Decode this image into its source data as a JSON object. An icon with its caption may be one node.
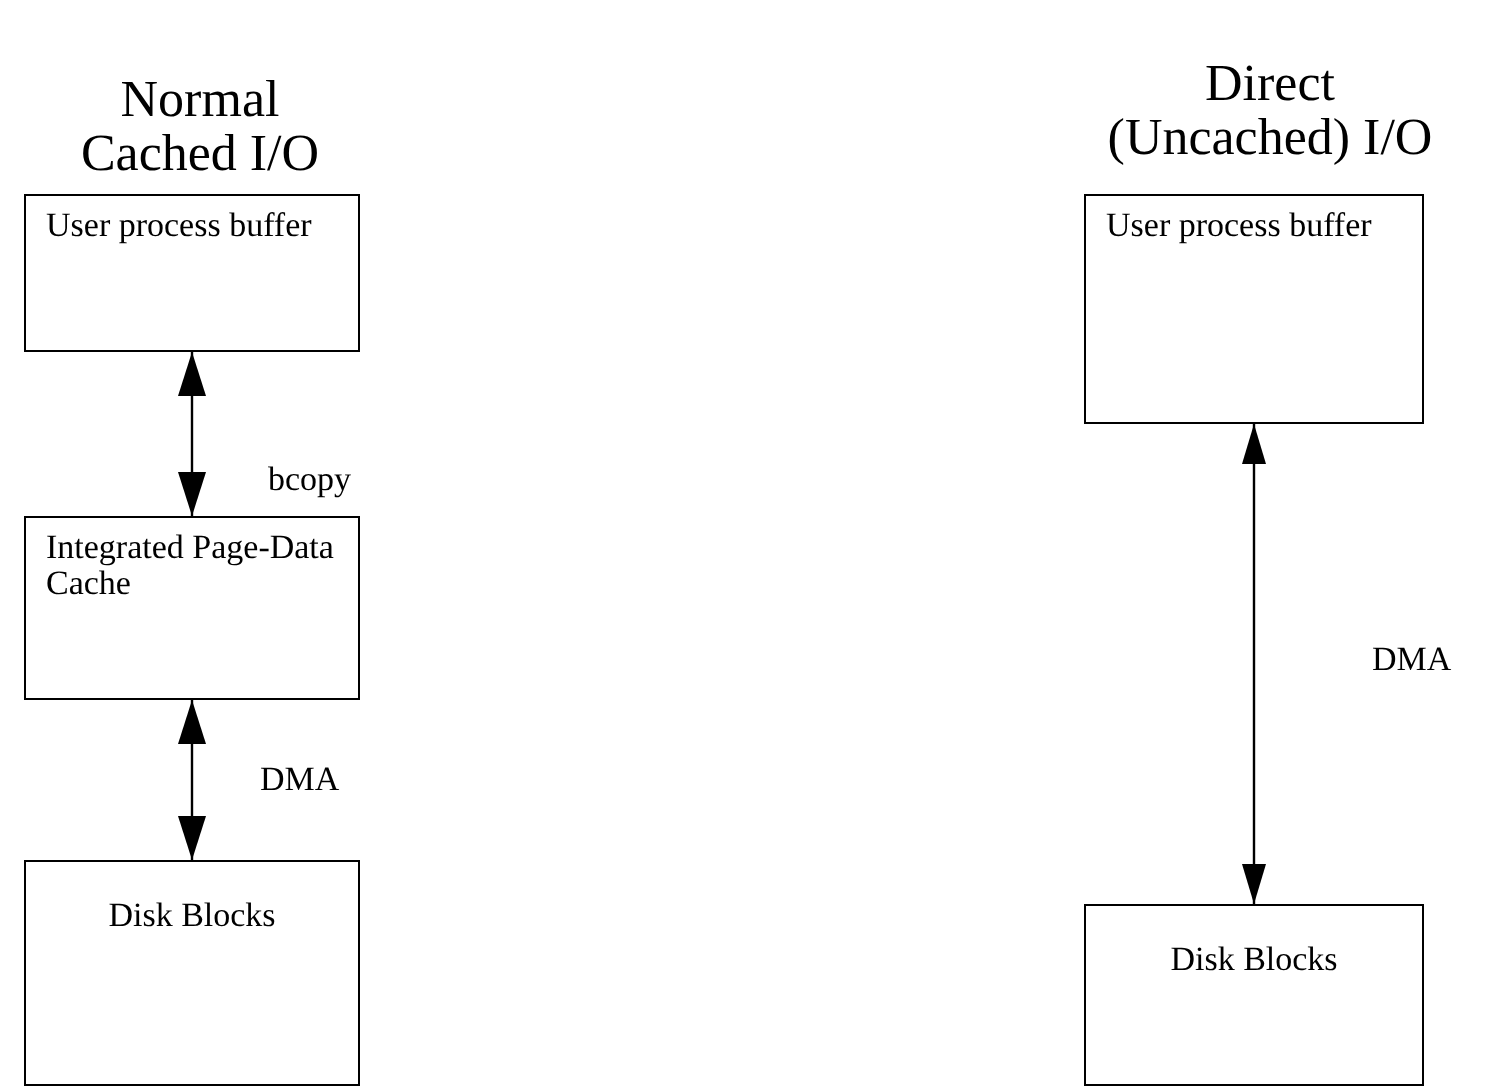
{
  "diagram": {
    "nodes": [
      {
        "text": [
          "User process buffer"
        ]
      },
      {
        "text": [
          "Integrated Page-Data Cache"
        ]
      },
      {
        "text": [
          "Disk Blocks"
        ]
      },
      {
        "text": [
          "User process buffer"
        ]
      },
      {
        "text": [
          "Disk Blocks"
        ]
      }
    ],
    "edges": [
      {
        "from": 0,
        "to": 1,
        "arrow": "both",
        "label": "bcopy"
      },
      {
        "from": 1,
        "to": 2,
        "arrow": "both",
        "label": "DMA"
      },
      {
        "from": 3,
        "to": 4,
        "arrow": "both",
        "label": "DMA"
      }
    ],
    "labels": [
      "Normal Cached I/O",
      "Direct (Uncached) I/O"
    ]
  }
}
